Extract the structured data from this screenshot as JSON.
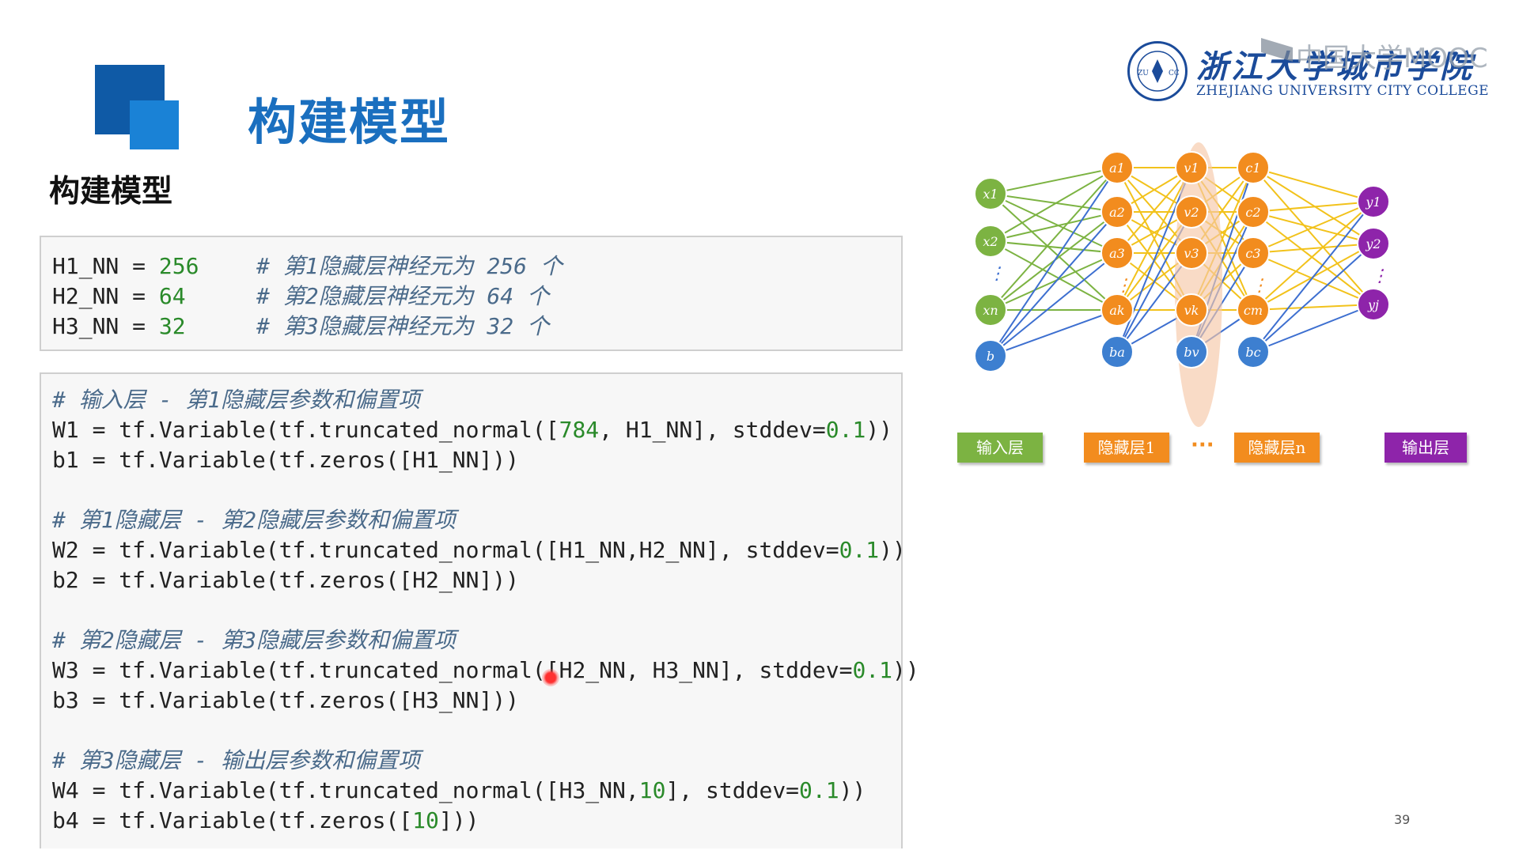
{
  "slide": {
    "title": "构建模型",
    "subtitle": "构建模型",
    "page_number": "39"
  },
  "logo": {
    "name_zh": "浙江大学城市学院",
    "name_en": "ZHEJIANG UNIVERSITY CITY COLLEGE",
    "watermark": "中国大学MOOC",
    "seal_text": "ZU CC"
  },
  "code_block_1": {
    "lines": [
      {
        "code": "H1_NN = ",
        "num": "256",
        "comment": "# 第1隐藏层神经元为 256 个"
      },
      {
        "code": "H2_NN = ",
        "num": "64",
        "comment": "# 第2隐藏层神经元为 64 个"
      },
      {
        "code": "H3_NN = ",
        "num": "32",
        "comment": "# 第3隐藏层神经元为 32 个"
      }
    ]
  },
  "code_block_2": {
    "l1": "# 输入层 - 第1隐藏层参数和偏置项",
    "l2a": "W1 = tf.Variable(tf.truncated_normal([",
    "l2n": "784",
    "l2b": ", H1_NN], stddev=",
    "l2s": "0.1",
    "l2c": "))",
    "l3": "b1 = tf.Variable(tf.zeros([H1_NN]))",
    "l4": "# 第1隐藏层 - 第2隐藏层参数和偏置项",
    "l5a": "W2 = tf.Variable(tf.truncated_normal([H1_NN,H2_NN], stddev=",
    "l5s": "0.1",
    "l5c": "))",
    "l6": "b2 = tf.Variable(tf.zeros([H2_NN]))",
    "l7": "# 第2隐藏层 - 第3隐藏层参数和偏置项",
    "l8a": "W3 = tf.Variable(tf.truncated_normal([H2_NN, H3_NN], stddev=",
    "l8s": "0.1",
    "l8c": "))",
    "l9": "b3 = tf.Variable(tf.zeros([H3_NN]))",
    "l10": "# 第3隐藏层 - 输出层参数和偏置项",
    "l11a": "W4 = tf.Variable(tf.truncated_normal([H3_NN,",
    "l11n": "10",
    "l11b": "], stddev=",
    "l11s": "0.1",
    "l11c": "))",
    "l12a": "b4 = tf.Variable(tf.zeros([",
    "l12n": "10",
    "l12c": "]))"
  },
  "diagram": {
    "input_nodes": [
      "x1",
      "x2",
      "⋮",
      "xn",
      "b"
    ],
    "hidden1_nodes": [
      "a1",
      "a2",
      "a3",
      "⋮",
      "ak",
      "ba"
    ],
    "middle_nodes": [
      "v1",
      "v2",
      "v3",
      "vk",
      "bv"
    ],
    "hidden_n_nodes": [
      "c1",
      "c2",
      "c3",
      "⋮",
      "cm",
      "bc"
    ],
    "output_nodes": [
      "y1",
      "y2",
      "⋮",
      "yj"
    ],
    "labels": {
      "input": "输入层",
      "hidden1": "隐藏层1",
      "ellipsis": "···",
      "hidden_n": "隐藏层n",
      "output": "输出层"
    },
    "colors": {
      "input": "#7cb342",
      "hidden": "#f28c1e",
      "bias": "#3d7fd0",
      "output": "#8e24aa",
      "edge_green": "#7cb342",
      "edge_yellow": "#f2c21b",
      "edge_blue": "#3d6fd0"
    }
  }
}
